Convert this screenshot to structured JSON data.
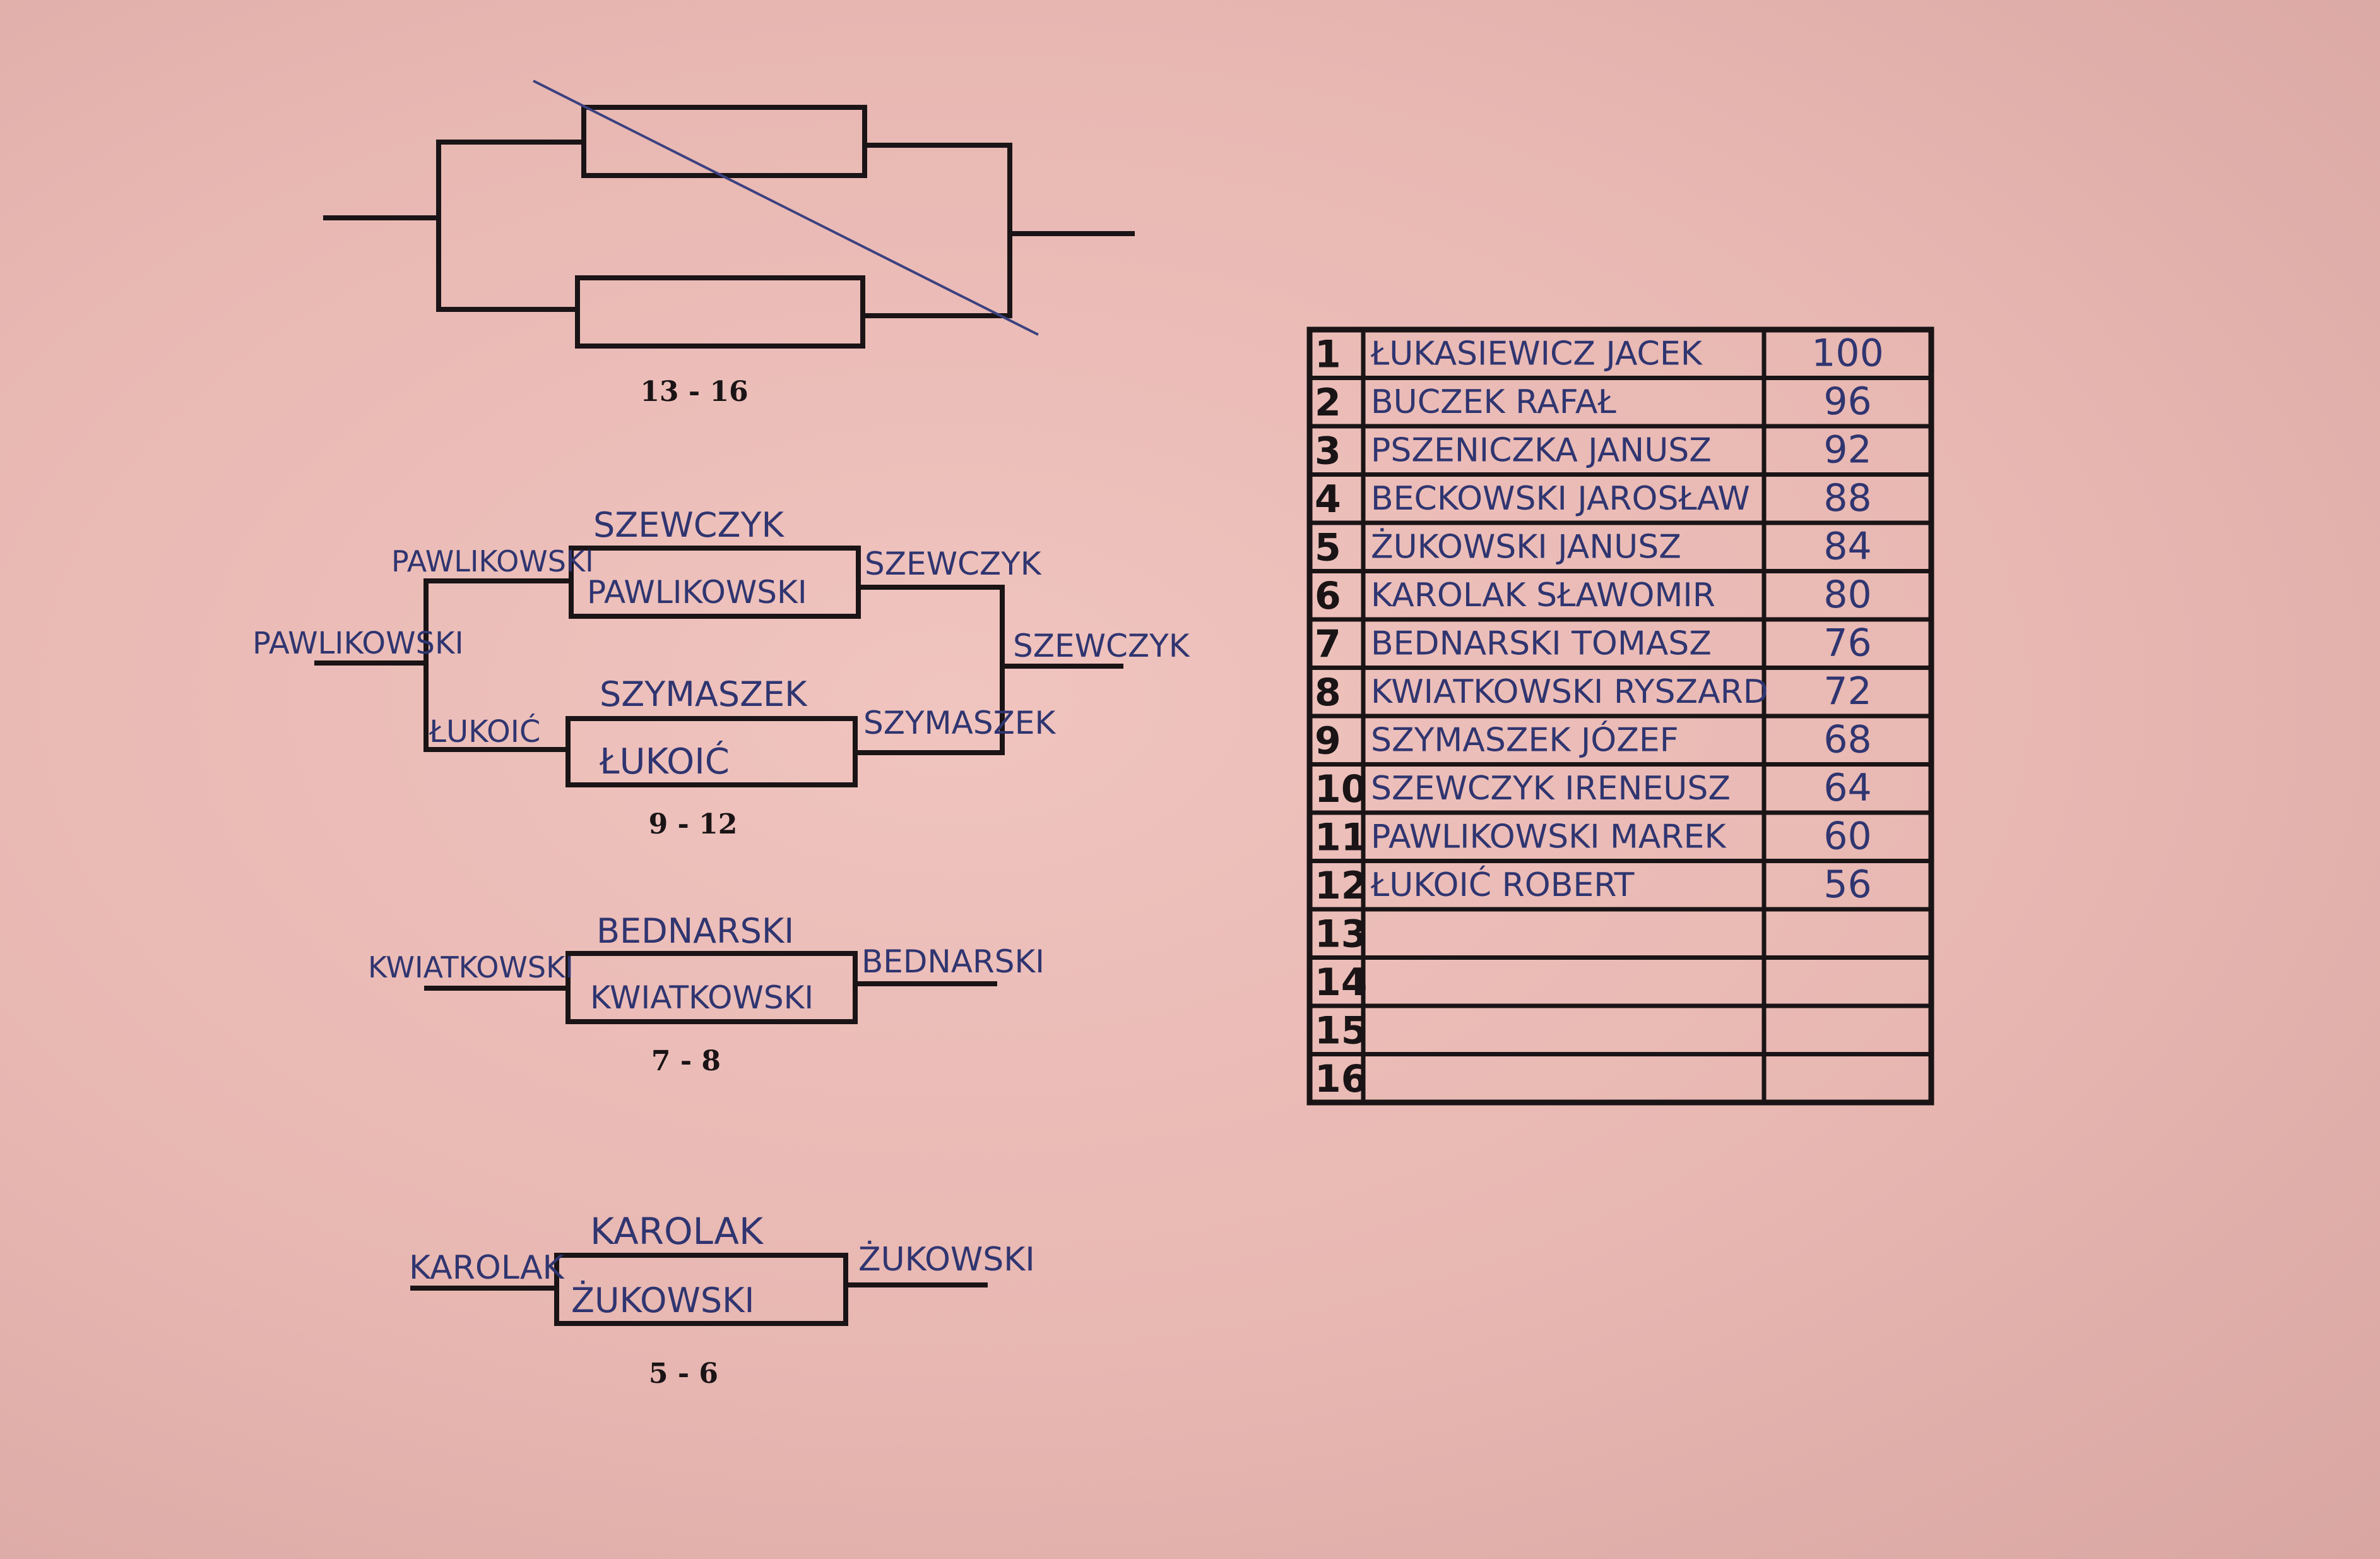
{
  "brackets": [
    {
      "id": "13-16",
      "label": "13 - 16",
      "crossed_out": true
    },
    {
      "id": "9-12",
      "label": "9 - 12",
      "in_left": "PAWLIKOWSKI",
      "top_over": "SZEWCZYK",
      "top_box": "PAWLIKOWSKI",
      "top_out": "SZEWCZYK",
      "bottom_in": "ŁUKOIĆ",
      "bottom_over": "SZYMASZEK",
      "bottom_box": "ŁUKOIĆ",
      "bottom_out": "SZYMASZEK",
      "winner": "SZEWCZYK"
    },
    {
      "id": "7-8",
      "label": "7 - 8",
      "in_left": "KWIATKOWSKI",
      "over": "BEDNARSKI",
      "box": "KWIATKOWSKI",
      "out": "BEDNARSKI"
    },
    {
      "id": "5-6",
      "label": "5 - 6",
      "in_left": "KAROLAK",
      "over": "KAROLAK",
      "box": "ŻUKOWSKI",
      "out": "ŻUKOWSKI"
    }
  ],
  "ranking": {
    "rows": [
      {
        "place": "1",
        "name": "ŁUKASIEWICZ JACEK",
        "score": "100"
      },
      {
        "place": "2",
        "name": "BUCZEK RAFAŁ",
        "score": "96"
      },
      {
        "place": "3",
        "name": "PSZENICZKA JANUSZ",
        "score": "92"
      },
      {
        "place": "4",
        "name": "BECKOWSKI JAROSŁAW",
        "score": "88"
      },
      {
        "place": "5",
        "name": "ŻUKOWSKI JANUSZ",
        "score": "84"
      },
      {
        "place": "6",
        "name": "KAROLAK SŁAWOMIR",
        "score": "80"
      },
      {
        "place": "7",
        "name": "BEDNARSKI TOMASZ",
        "score": "76"
      },
      {
        "place": "8",
        "name": "KWIATKOWSKI RYSZARD",
        "score": "72"
      },
      {
        "place": "9",
        "name": "SZYMASZEK JÓZEF",
        "score": "68"
      },
      {
        "place": "10",
        "name": "SZEWCZYK IRENEUSZ",
        "score": "64"
      },
      {
        "place": "11",
        "name": "PAWLIKOWSKI MAREK",
        "score": "60"
      },
      {
        "place": "12",
        "name": "ŁUKOIĆ ROBERT",
        "score": "56"
      },
      {
        "place": "13",
        "name": "",
        "score": ""
      },
      {
        "place": "14",
        "name": "",
        "score": ""
      },
      {
        "place": "15",
        "name": "",
        "score": ""
      },
      {
        "place": "16",
        "name": "",
        "score": ""
      }
    ]
  },
  "colors": {
    "paper": "#e8b7b2",
    "ink_print": "#1a1416",
    "ink_pen": "#2f3570"
  }
}
